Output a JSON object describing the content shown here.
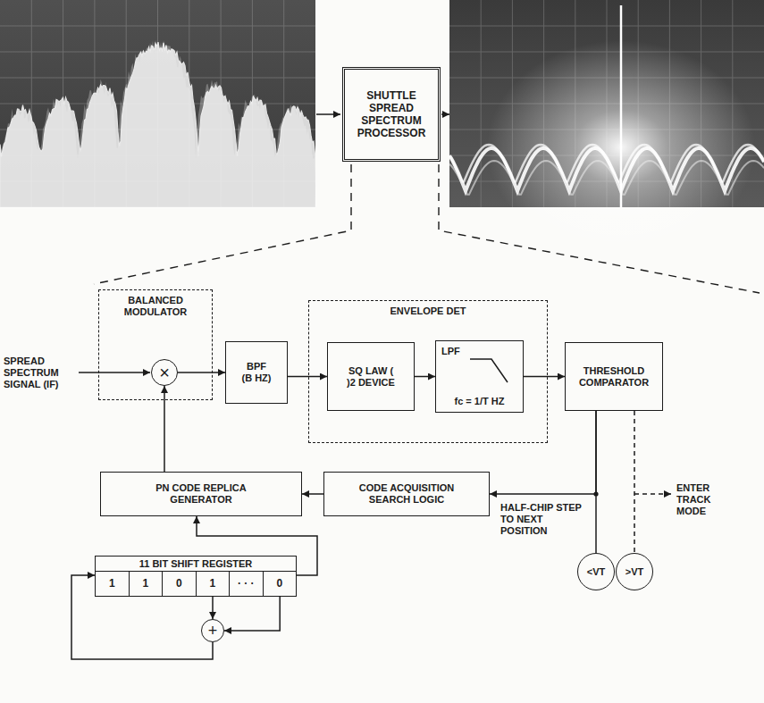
{
  "diagram": {
    "nodes": [
      {
        "text": [
          "SHUTTLE SPREAD SPECTRUM PROCESSOR"
        ]
      },
      {
        "text": [
          "BALANCED MODULATOR"
        ]
      },
      {
        "text": [
          "×"
        ],
        "in": 1
      },
      {
        "text": [
          "BPF",
          "(B HZ)"
        ]
      },
      {
        "text": [
          "ENVELOPE DET"
        ]
      },
      {
        "text": [
          "SQ LAW ( )2 DEVICE"
        ],
        "in": 4
      },
      {
        "text": [
          "LPF",
          "fc = 1/T HZ"
        ],
        "in": 4
      },
      {
        "text": [
          "THRESHOLD COMPARATOR"
        ]
      },
      {
        "text": [
          "CODE ACQUISITION SEARCH LOGIC"
        ]
      },
      {
        "text": [
          "PN CODE REPLICA GENERATOR"
        ]
      },
      {
        "text": [
          "11 BIT SHIFT REGISTER",
          "1",
          "1",
          "0",
          "1",
          "· · ·",
          "0"
        ]
      },
      {
        "text": [
          "+"
        ]
      },
      {
        "text": [
          "<VT"
        ]
      },
      {
        "text": [
          ">VT"
        ]
      }
    ],
    "edges": [
      {
        "from": 2,
        "to": 3,
        "arrow": "to"
      },
      {
        "from": 3,
        "to": 5,
        "arrow": "to"
      },
      {
        "from": 5,
        "to": 6,
        "arrow": "to"
      },
      {
        "from": 6,
        "to": 7,
        "arrow": "to"
      },
      {
        "from": 7,
        "to": 8,
        "arrow": "to"
      },
      {
        "from": 7,
        "to": 12,
        "arrow": "none"
      },
      {
        "from": 7,
        "to": 13,
        "arrow": "none"
      },
      {
        "from": 8,
        "to": 9,
        "arrow": "to"
      },
      {
        "from": 9,
        "to": 2,
        "arrow": "to"
      },
      {
        "from": 10,
        "to": 9,
        "arrow": "to"
      },
      {
        "from": 10,
        "to": 11,
        "arrow": "to"
      },
      {
        "from": 10,
        "to": 11,
        "arrow": "to"
      },
      {
        "from": 11,
        "to": 10,
        "arrow": "to"
      }
    ],
    "labels": [
      "SPREAD SPECTRUM SIGNAL (IF)",
      "HALF-CHIP STEP TO NEXT POSITION",
      "ENTER TRACK MODE"
    ]
  }
}
